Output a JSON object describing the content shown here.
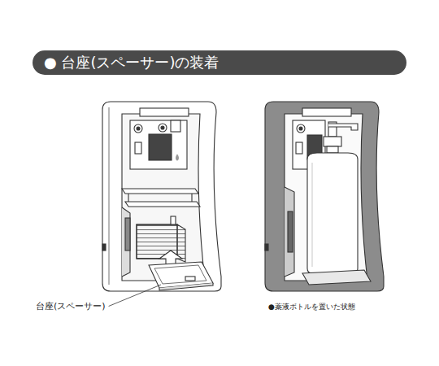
{
  "diagram": {
    "title": "● 台座(スペーサー)の装着",
    "labels": [
      "台座(スペーサー)",
      "●薬液ボトルを置いた状態"
    ]
  }
}
